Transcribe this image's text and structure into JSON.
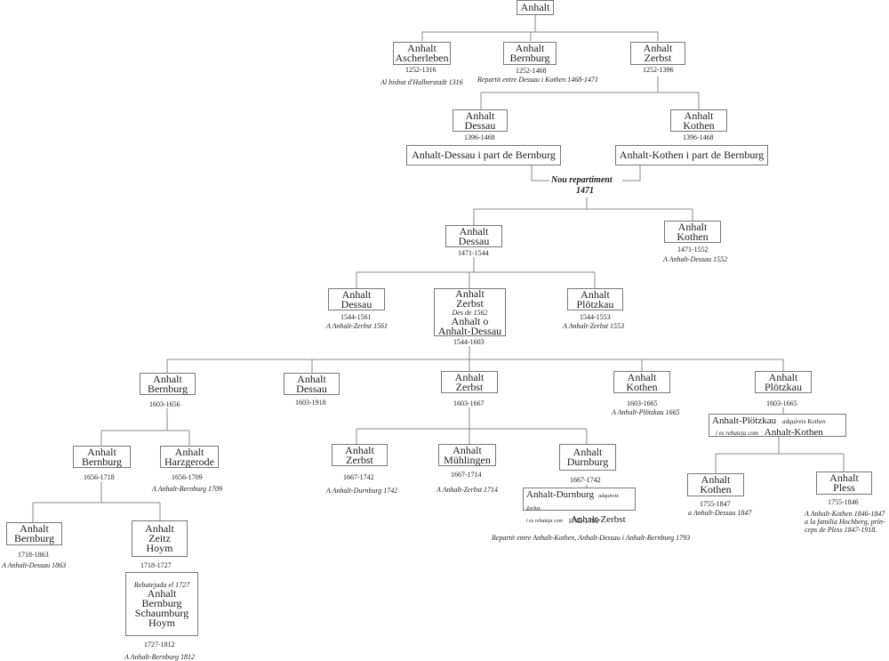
{
  "root": "Anhalt",
  "gen1": [
    {
      "line1": "Anhalt",
      "line2": "Ascherleben",
      "dates": "1252-1316",
      "note": "Al bisbat d'Halberstadt 1316"
    },
    {
      "line1": "Anhalt",
      "line2": "Bernburg",
      "dates": "1252-1468",
      "note": "Repartit entre Dessau i Kothen 1468-1471"
    },
    {
      "line1": "Anhalt",
      "line2": "Zerbst",
      "dates": "1252-1396"
    }
  ],
  "gen2": [
    {
      "line1": "Anhalt",
      "line2": "Dessau",
      "dates": "1396-1468",
      "combined": "Anhalt-Dessau i part de Bernburg"
    },
    {
      "line1": "Anhalt",
      "line2": "Kothen",
      "dates": "1396-1468",
      "combined": "Anhalt-Kothen i part de Bernburg"
    }
  ],
  "repartition": {
    "line1": "Nou repartiment",
    "line2": "1471"
  },
  "gen3": [
    {
      "line1": "Anhalt",
      "line2": "Dessau",
      "dates": "1471-1544"
    },
    {
      "line1": "Anhalt",
      "line2": "Kothen",
      "dates": "1471-1552",
      "note": "A Anhalt-Dessau 1552"
    }
  ],
  "gen4": [
    {
      "line1": "Anhalt",
      "line2": "Dessau",
      "dates": "1544-1561",
      "note": "A Anhalt-Zerbst 1561"
    },
    {
      "line1": "Anhalt",
      "line2": "Zerbst",
      "note_small": "Des de 1562",
      "line3": "Anhalt o",
      "line4": "Anhalt-Dessau",
      "dates": "1544-1603"
    },
    {
      "line1": "Anhalt",
      "line2": "Plötzkau",
      "dates": "1544-1553",
      "note": "A Anhalt-Zerbst 1553"
    }
  ],
  "gen5": [
    {
      "line1": "Anhalt",
      "line2": "Bernburg",
      "dates": "1603-1656"
    },
    {
      "line1": "Anhalt",
      "line2": "Dessau",
      "dates": "1603-1918"
    },
    {
      "line1": "Anhalt",
      "line2": "Zerbst",
      "dates": "1603-1667"
    },
    {
      "line1": "Anhalt",
      "line2": "Kothen",
      "dates": "1603-1665",
      "note": "A Anhalt-Plötzkau 1665"
    },
    {
      "line1": "Anhalt",
      "line2": "Plötzkau",
      "dates": "1603-1665"
    }
  ],
  "plotzkau_merge": {
    "main": "Anhalt-Plötzkau",
    "sub1": "adquireix Kothen",
    "sub2": "i es rebateja com",
    "new_name": "Anhalt-Kothen"
  },
  "bernburg_branch": [
    {
      "line1": "Anhalt",
      "line2": "Bernburg",
      "dates": "1656-1718"
    },
    {
      "line1": "Anhalt",
      "line2": "Harzgerode",
      "dates": "1656-1709",
      "note": "A Anhalt-Bernburg 1709"
    }
  ],
  "zerbst_branch": [
    {
      "line1": "Anhalt",
      "line2": "Zerbst",
      "dates": "1667-1742",
      "note": "A Anhalt-Durnburg 1742"
    },
    {
      "line1": "Anhalt",
      "line2": "Mühlingen",
      "dates": "1667-1714",
      "note": "A Anhalt-Zerbst 1714"
    },
    {
      "line1": "Anhalt",
      "line2": "Durnburg",
      "dates": "1667-1742"
    }
  ],
  "durnburg_merge": {
    "main": "Anhalt-Durnburg",
    "sub1": "adquireix Zerbst",
    "sub2": "i es rebateja com",
    "new_name": "Anhalt-Zerbst",
    "dates": "1742-1793",
    "note": "Repartit entre Anhalt-Kothen, Anhalt-Dessau i Anhalt-Bernburg 1793"
  },
  "kothen_branch": [
    {
      "line1": "Anhalt",
      "line2": "Kothen",
      "dates": "1755-1847",
      "note": "a Anhalt-Dessau 1847"
    },
    {
      "line1": "Anhalt",
      "line2": "Pless",
      "dates": "1755-1846",
      "note1": "A Anhalt-Kothen 1846-1847",
      "note2": "a la família Hochberg, prín-",
      "note3": "ceps de Pless  1847-1918."
    }
  ],
  "bernburg2_branch": [
    {
      "line1": "Anhalt",
      "line2": "Bernburg",
      "dates": "1718-1863",
      "note": "A Anhalt-Dessau 1863"
    },
    {
      "line1": "Anhalt",
      "line2": "Zeitz",
      "line3": "Hoym",
      "dates": "1718-1727"
    }
  ],
  "schaumburg": {
    "note": "Rebatejada el 1727",
    "line1": "Anhalt",
    "line2": "Bernburg",
    "line3": "Schaumburg",
    "line4": "Hoym",
    "dates": "1727-1812",
    "footer": "A Anhalt-Bernburg 1812"
  }
}
